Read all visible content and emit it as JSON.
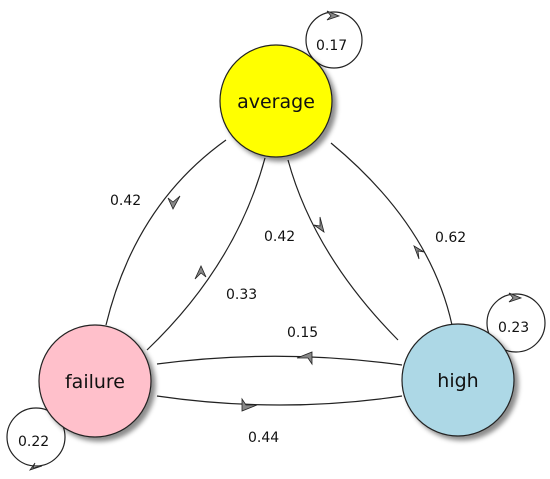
{
  "diagram": {
    "type": "state-transition",
    "nodes": [
      {
        "id": "average",
        "label": "average",
        "color": "#ffff00"
      },
      {
        "id": "failure",
        "label": "failure",
        "color": "#ffc0cb"
      },
      {
        "id": "high",
        "label": "high",
        "color": "#add8e6"
      }
    ],
    "edges": [
      {
        "from": "average",
        "to": "average",
        "label": "0.17"
      },
      {
        "from": "average",
        "to": "failure",
        "label": "0.42"
      },
      {
        "from": "failure",
        "to": "average",
        "label": "0.33"
      },
      {
        "from": "average",
        "to": "high",
        "label": "0.42"
      },
      {
        "from": "high",
        "to": "average",
        "label": "0.62"
      },
      {
        "from": "high",
        "to": "failure",
        "label": "0.15"
      },
      {
        "from": "failure",
        "to": "high",
        "label": "0.44"
      },
      {
        "from": "high",
        "to": "high",
        "label": "0.23"
      },
      {
        "from": "failure",
        "to": "failure",
        "label": "0.22"
      }
    ]
  }
}
